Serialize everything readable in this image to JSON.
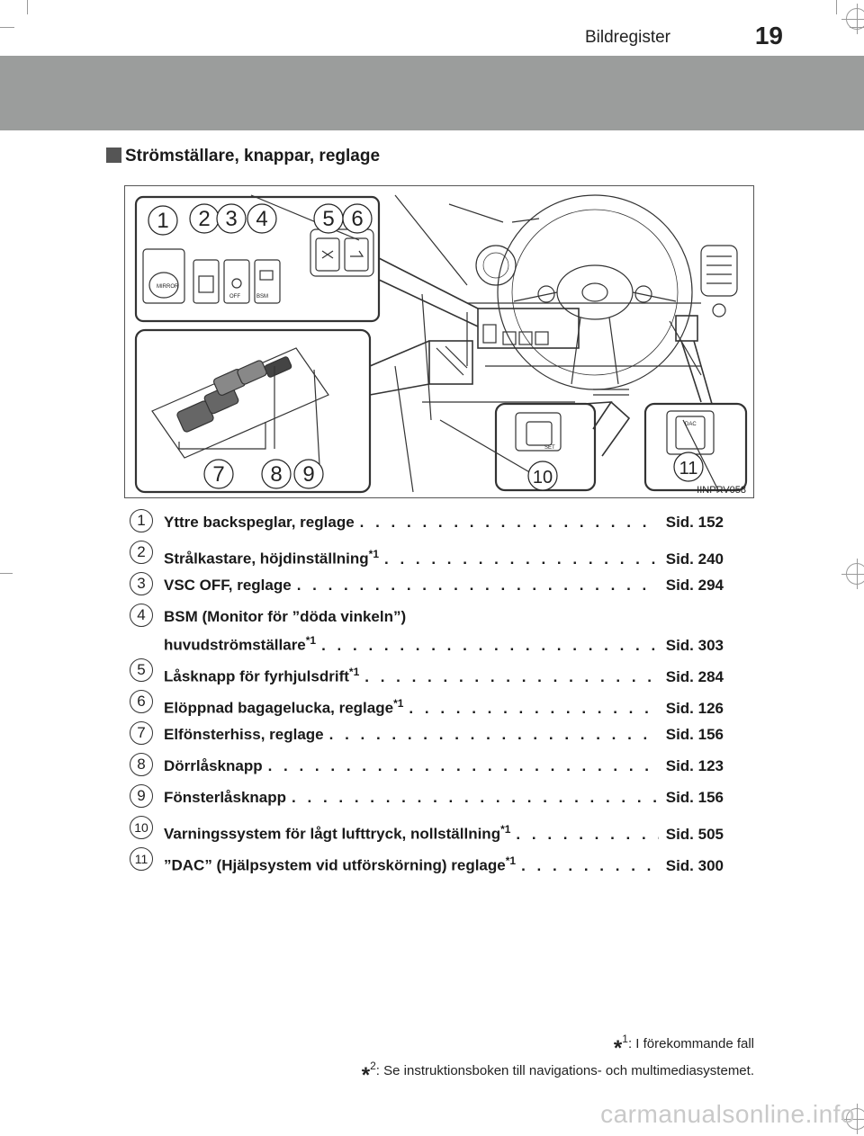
{
  "header": {
    "title": "Bildregister",
    "page_number": "19"
  },
  "section": {
    "title": "Strömställare, knappar, reglage"
  },
  "figure": {
    "code": "IINPRV058",
    "callouts": [
      "1",
      "2",
      "3",
      "4",
      "5",
      "6",
      "7",
      "8",
      "9",
      "10",
      "11"
    ],
    "switch_labels": {
      "mirror": "MIRROR",
      "off": "OFF",
      "bsm": "BSM",
      "dac": "DAC",
      "set": "SET"
    }
  },
  "items": [
    {
      "num": "1",
      "label": "Yttre backspeglar, reglage",
      "page": "Sid. 152"
    },
    {
      "num": "2",
      "label": "Strålkastare, höjdinställning",
      "sup": "*1",
      "page": "Sid. 240"
    },
    {
      "num": "3",
      "label": "VSC OFF, reglage",
      "page": "Sid. 294"
    },
    {
      "num": "4",
      "label_line1": "BSM (Monitor för ”döda vinkeln”)",
      "label": "huvudströmställare",
      "sup": "*1",
      "page": "Sid. 303"
    },
    {
      "num": "5",
      "label": "Låsknapp för fyrhjulsdrift",
      "sup": "*1",
      "page": "Sid. 284"
    },
    {
      "num": "6",
      "label": "Elöppnad bagagelucka, reglage",
      "sup": "*1",
      "page": "Sid. 126"
    },
    {
      "num": "7",
      "label": "Elfönsterhiss, reglage",
      "page": "Sid. 156"
    },
    {
      "num": "8",
      "label": "Dörrlåsknapp",
      "page": "Sid. 123"
    },
    {
      "num": "9",
      "label": "Fönsterlåsknapp",
      "page": "Sid. 156"
    },
    {
      "num": "10",
      "label": "Varningssystem för lågt lufttryck, nollställning",
      "sup": "*1",
      "page": "Sid. 505"
    },
    {
      "num": "11",
      "label": "”DAC” (Hjälpsystem vid utförskörning) reglage",
      "sup": "*1",
      "page": "Sid. 300"
    }
  ],
  "footnotes": [
    {
      "mark": "*",
      "sup": "1",
      "text": ": I förekommande fall"
    },
    {
      "mark": "*",
      "sup": "2",
      "text": ": Se instruktionsboken till navigations- och multimediasystemet."
    }
  ],
  "watermark": "carmanualsonline.info"
}
